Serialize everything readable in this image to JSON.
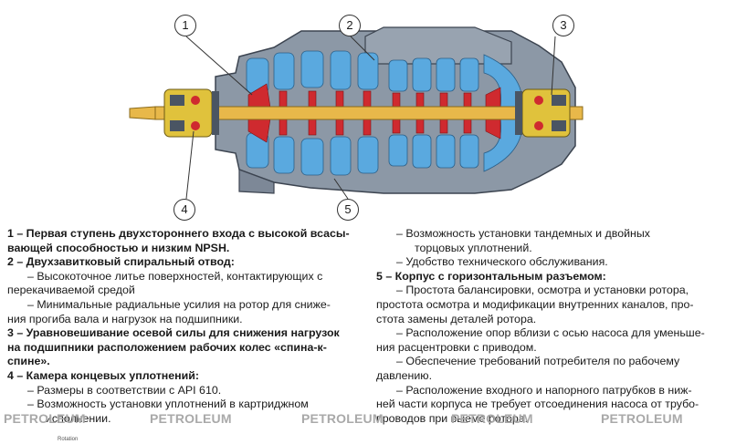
{
  "callouts": [
    "1",
    "2",
    "3",
    "4",
    "5"
  ],
  "left_column": {
    "s1_title_l1": "1 – Первая ступень двухстороннего входа с высокой всасы-",
    "s1_title_l2": "вающей способностью и низким NPSH.",
    "s2_title": "2 – Двухзавитковый спиральный отвод:",
    "s2_b1_l1": "– Высокоточное литье поверхностей, контактирующих с",
    "s2_b1_l2": "перекачиваемой средой",
    "s2_b2_l1": "– Минимальные радиальные усилия на ротор для сниже-",
    "s2_b2_l2": "ния прогиба вала и нагрузок на подшипники.",
    "s3_title_l1": "3 – Уравновешивание осевой силы для снижения нагрузок",
    "s3_title_l2": "на подшипники расположением рабочих колес «спина-к-",
    "s3_title_l3": "спине».",
    "s4_title": "4 – Камера концевых уплотнений:",
    "s4_b1": "– Размеры в соответствии с API 610.",
    "s4_b2_l1": "– Возможность установки уплотнений в картриджном",
    "s4_b2_l2": "исполнении."
  },
  "right_column": {
    "s4_b3_l1": "– Возможность установки тандемных и двойных",
    "s4_b3_l2": "торцовых уплотнений.",
    "s4_b4": "– Удобство технического обслуживания.",
    "s5_title": "5 – Корпус с горизонтальным разъемом:",
    "s5_b1_l1": "– Простота балансировки, осмотра и установки ротора,",
    "s5_b1_l2": "простота осмотра и модификации внутренних каналов, про-",
    "s5_b1_l3": "стота замены деталей ротора.",
    "s5_b2_l1": "– Расположение опор вблизи с осью насоса для уменьше-",
    "s5_b2_l2": "ния расцентровки с приводом.",
    "s5_b3_l1": "– Обеспечение требований потребителя по рабочему",
    "s5_b3_l2": "давлению.",
    "s5_b4_l1": "– Расположение входного и напорного патрубков в ниж-",
    "s5_b4_l2": "ней части корпуса не требует отсоединения насоса от трубо-",
    "s5_b4_l3": "проводов при выеме ротора."
  },
  "watermark": "PETROLEUM",
  "rotation_label": "Rotation",
  "colors": {
    "casing": "#8c98a6",
    "casing_dark": "#4a5563",
    "passage": "#5aa9df",
    "impeller": "#cf2a2f",
    "shaft": "#e8b84a",
    "bearing": "#e0c23c"
  }
}
